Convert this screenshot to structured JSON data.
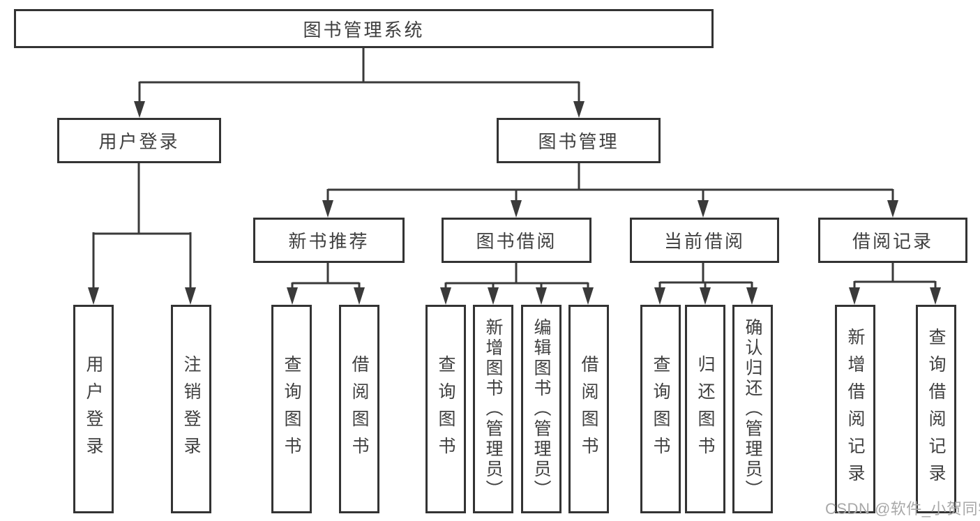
{
  "diagram": {
    "title": "图书管理系统",
    "level2": {
      "user_login": "用户登录",
      "book_mgmt": "图书管理"
    },
    "level3": {
      "new_book": "新书推荐",
      "book_borrow": "图书借阅",
      "current_borrow": "当前借阅",
      "borrow_records": "借阅记录"
    },
    "leaves": {
      "user_login": "用户登录",
      "logout": "注销登录",
      "nb_query": "查询图书",
      "nb_borrow": "借阅图书",
      "bb_query": "查询图书",
      "bb_add": "新增图书（管理员）",
      "bb_edit": "编辑图书（管理员）",
      "bb_borrow": "借阅图书",
      "cb_query": "查询图书",
      "cb_return": "归还图书",
      "cb_confirm": "确认归还（管理员）",
      "br_add": "新增借阅记录",
      "br_query": "查询借阅记录"
    }
  },
  "watermark": "CSDN @软件_小贺同学",
  "colors": {
    "line": "#3a3a3a",
    "box_border": "#333333",
    "box_fill": "#ffffff",
    "text": "#3f3f3f",
    "watermark": "#a8a8a8",
    "background": "#ffffff"
  }
}
